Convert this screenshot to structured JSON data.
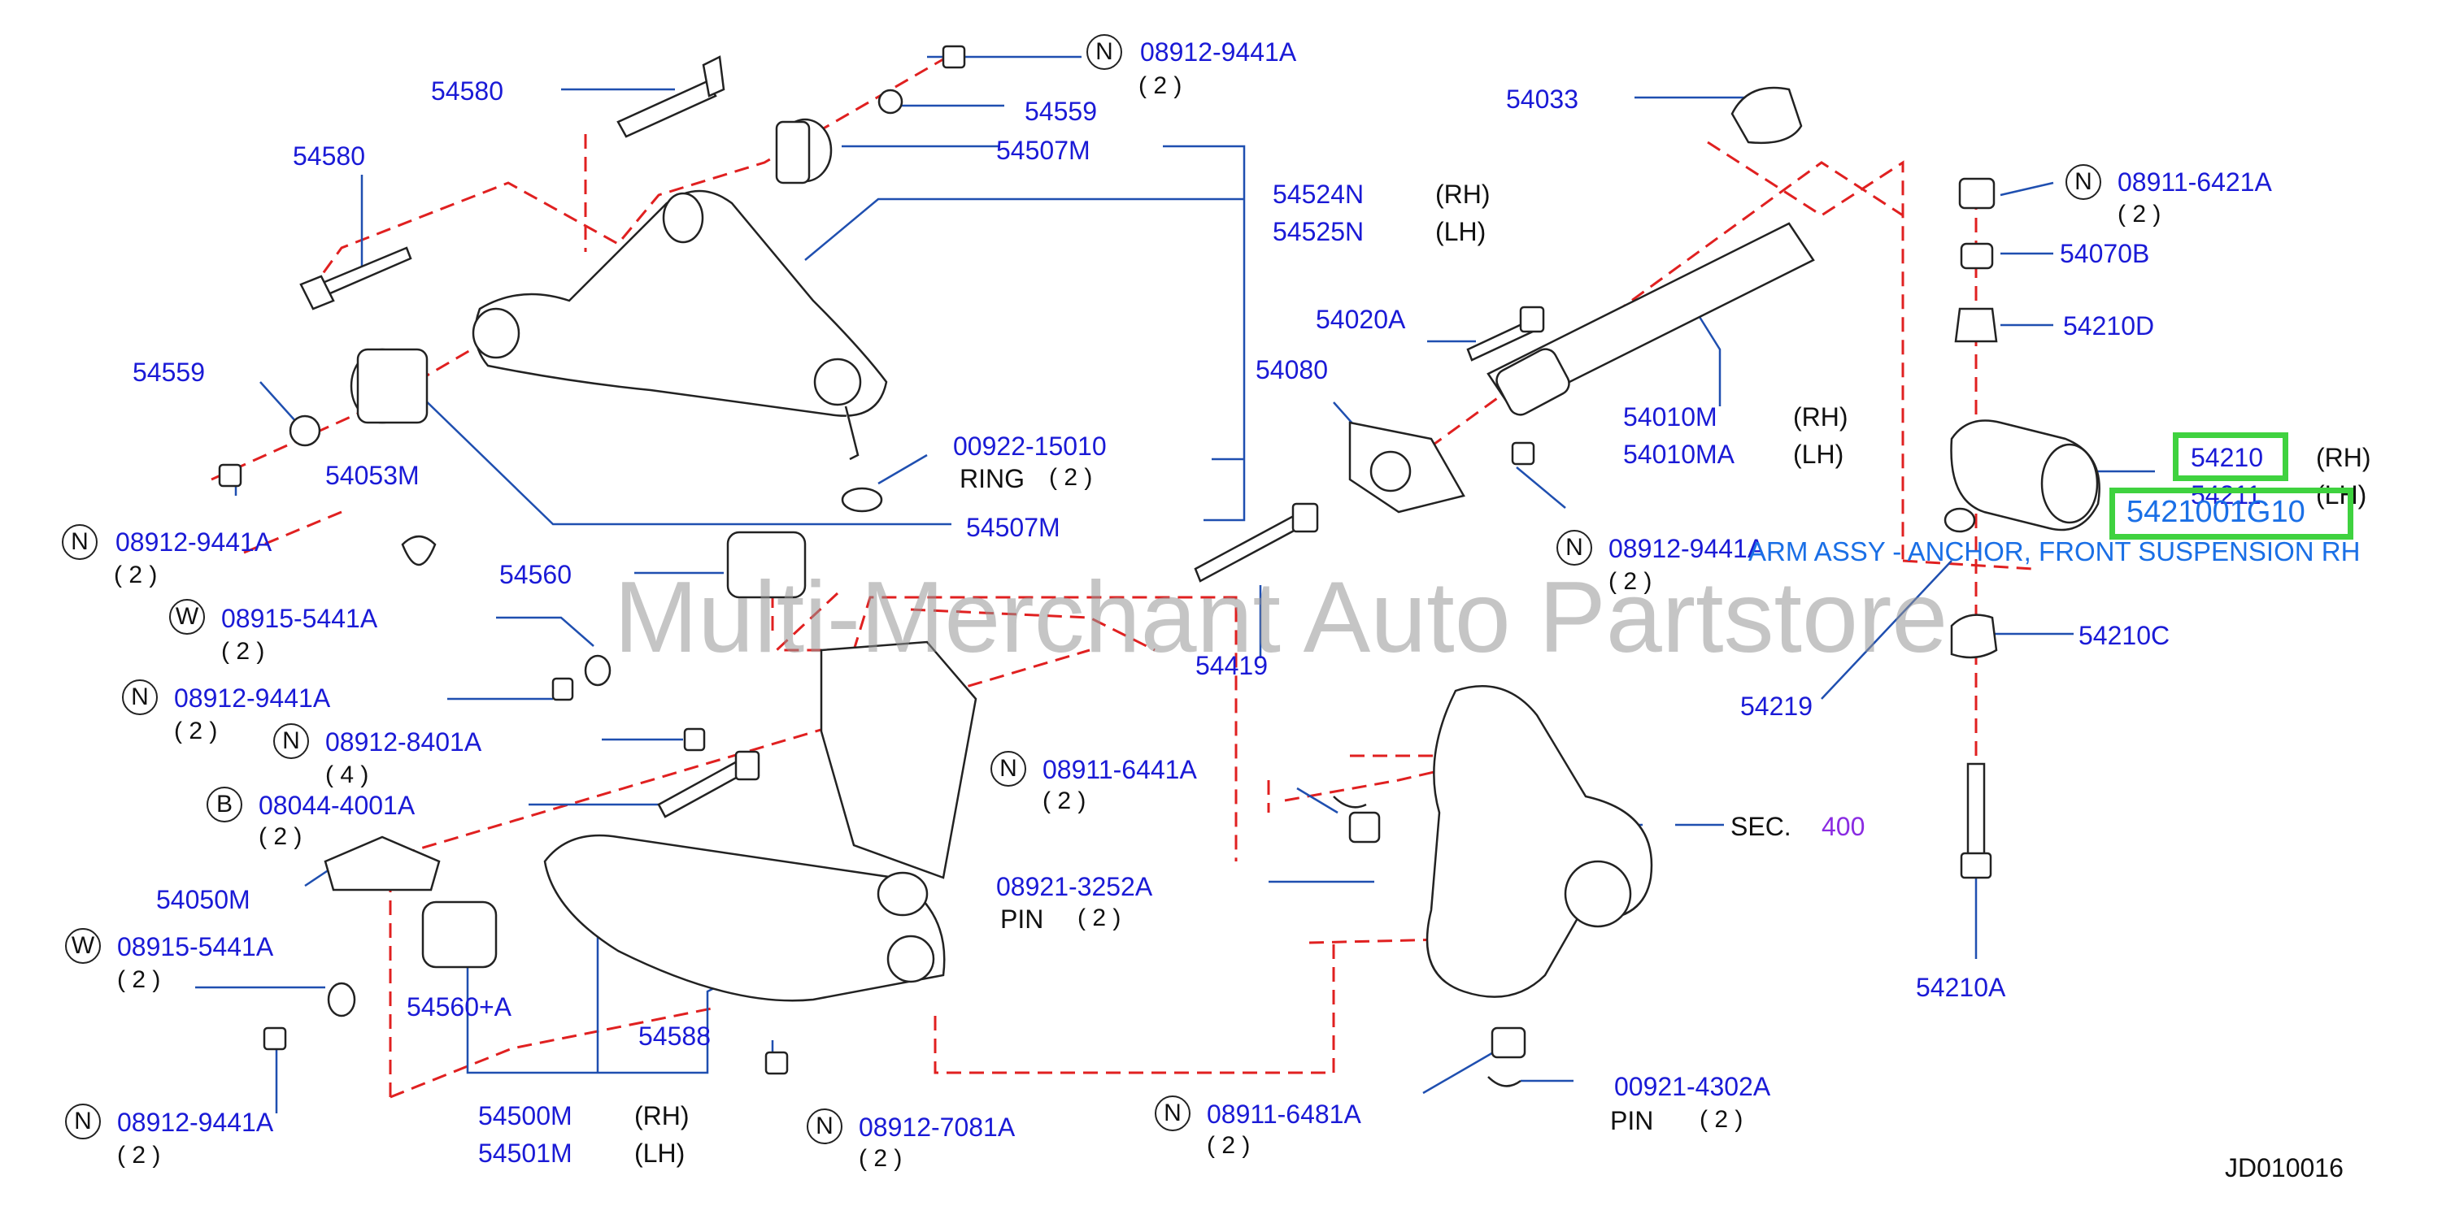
{
  "watermark": "Multi-Merchant Auto Partstore",
  "diagram_code": "JD010016",
  "colors": {
    "part_number": "#1a1ad6",
    "leader": "#1f4fb0",
    "dashed": "#e02020",
    "highlight": "#3fd23f",
    "sec_number": "#8a2be2",
    "link_text": "#1a6fe6"
  },
  "labels": {
    "p54580_top": "54580",
    "p08912_9441a_top": "08912-9441A",
    "q_08912_9441a_top": "( 2 )",
    "p54559_top": "54559",
    "p54507m_top": "54507M",
    "p54524n": "54524N",
    "rh_54524n": "(RH)",
    "p54525n": "54525N",
    "lh_54525n": "(LH)",
    "p54580_mid": "54580",
    "p54559_left": "54559",
    "p54053m": "54053M",
    "p00922_15010": "00922-15010",
    "ring": "RING",
    "q_ring": "( 2 )",
    "p54507m_bottom": "54507M",
    "p08912_9441a_left": "08912-9441A",
    "q_08912_9441a_left": "( 2 )",
    "p54560": "54560",
    "p08915_5441a_top": "08915-5441A",
    "q_08915_5441a_top": "( 2 )",
    "p08912_9441a_mid": "08912-9441A",
    "q_08912_9441a_mid": "( 2 )",
    "p08912_8401a": "08912-8401A",
    "q_08912_8401a": "( 4 )",
    "p08044_4001a": "08044-4001A",
    "q_08044_4001a": "( 2 )",
    "p54050m": "54050M",
    "p08915_5441a_bottom": "08915-5441A",
    "q_08915_5441a_bottom": "( 2 )",
    "p54560a": "54560+A",
    "p54588": "54588",
    "p08912_9441a_bottom": "08912-9441A",
    "q_08912_9441a_bottom": "( 2 )",
    "p54500m": "54500M",
    "rh_54500m": "(RH)",
    "p54501m": "54501M",
    "lh_54501m": "(LH)",
    "p08912_7081a": "08912-7081A",
    "q_08912_7081a": "( 2 )",
    "p08911_6441a": "08911-6441A",
    "q_08911_6441a": "( 2 )",
    "p08921_3252a": "08921-3252A",
    "pin_08921": "PIN",
    "q_08921_3252a": "( 2 )",
    "p08911_6481a": "08911-6481A",
    "q_08911_6481a": "( 2 )",
    "p00921_4302a": "00921-4302A",
    "pin_00921": "PIN",
    "q_00921_4302a": "( 2 )",
    "sec": "SEC.",
    "sec_num": "400",
    "p54033": "54033",
    "p54020a": "54020A",
    "p54080": "54080",
    "p54010m": "54010M",
    "rh_54010m": "(RH)",
    "p54010ma": "54010MA",
    "lh_54010ma": "(LH)",
    "p08912_9441a_right": "08912-9441A",
    "q_08912_9441a_right": "( 2 )",
    "p54419": "54419",
    "p08911_6421a": "08911-6421A",
    "q_08911_6421a": "( 2 )",
    "p54070b": "54070B",
    "p54210d": "54210D",
    "p54210": "54210",
    "rh_54210": "(RH)",
    "p54211": "54211",
    "lh_54211": "(LH)",
    "highlight_part": "5421001G10",
    "link_text": "ARM ASSY - ANCHOR, FRONT SUSPENSION RH",
    "p54219": "54219",
    "p54210c": "54210C",
    "p54210a": "54210A"
  },
  "badges": {
    "b_top": "N",
    "b_left": "N",
    "b_w1": "W",
    "b_mid": "N",
    "b_8401": "N",
    "b_4001": "B",
    "b_w2": "W",
    "b_bottom": "N",
    "b_7081": "N",
    "b_6441": "N",
    "b_6481": "N",
    "b_right": "N",
    "b_6421": "N"
  }
}
